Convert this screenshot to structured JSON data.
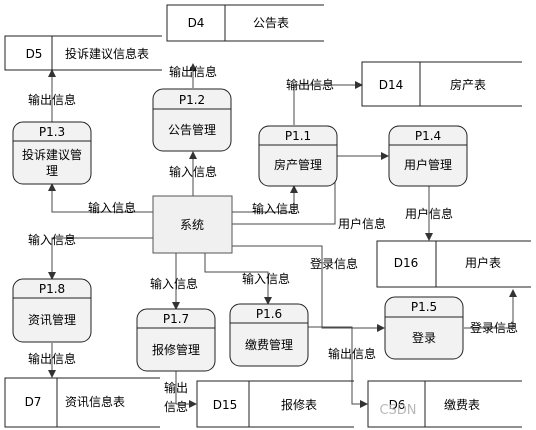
{
  "center": {
    "label": "系统"
  },
  "processes": [
    {
      "id": "P1.2",
      "name": "公告管理"
    },
    {
      "id": "P1.3",
      "name": "投诉建议管理"
    },
    {
      "id": "P1.1",
      "name": "房产管理"
    },
    {
      "id": "P1.4",
      "name": "用户管理"
    },
    {
      "id": "P1.8",
      "name": "资讯管理"
    },
    {
      "id": "P1.7",
      "name": "报修管理"
    },
    {
      "id": "P1.6",
      "name": "缴费管理"
    },
    {
      "id": "P1.5",
      "name": "登录"
    }
  ],
  "stores": [
    {
      "id": "D4",
      "name": "公告表"
    },
    {
      "id": "D5",
      "name": "投诉建议信息表"
    },
    {
      "id": "D14",
      "name": "房产表"
    },
    {
      "id": "D16",
      "name": "用户表"
    },
    {
      "id": "D7",
      "name": "资讯信息表"
    },
    {
      "id": "D15",
      "name": "报修表"
    },
    {
      "id": "D6",
      "name": "缴费表"
    }
  ],
  "flow_labels": {
    "output": "输出信息",
    "input": "输入信息",
    "user": "用户信息",
    "login": "登录信息",
    "out_line1": "输出",
    "out_line2": "信息"
  },
  "watermark": "CSDN"
}
